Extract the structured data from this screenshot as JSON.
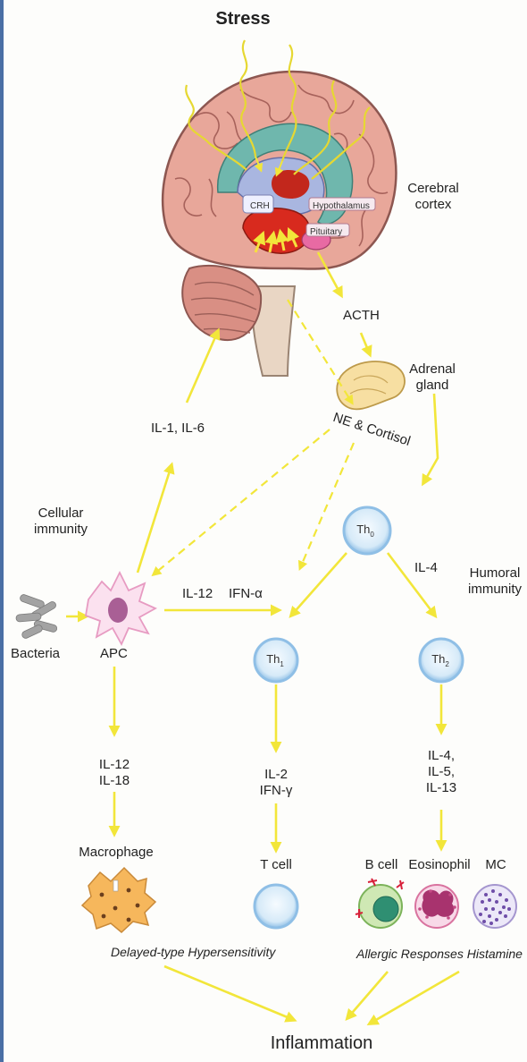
{
  "title": "Stress",
  "labels": {
    "cerebral_cortex": [
      "Cerebral",
      "cortex"
    ],
    "crh": "CRH",
    "hypothalamus": "Hypothalamus",
    "pituitary": "Pituitary",
    "acth": "ACTH",
    "adrenal_gland": [
      "Adrenal",
      "gland"
    ],
    "ne_cortisol": "NE & Cortisol",
    "il1_il6": "IL-1, IL-6",
    "cellular_immunity": [
      "Cellular",
      "immunity"
    ],
    "humoral_immunity": [
      "Humoral",
      "immunity"
    ],
    "bacteria": "Bacteria",
    "apc": "APC",
    "il12": "IL-12",
    "ifn_alpha": "IFN-α",
    "il4": "IL-4",
    "th0": "Th",
    "th0_sub": "0",
    "th1": "Th",
    "th1_sub": "1",
    "th2": "Th",
    "th2_sub": "2",
    "il12_il18": [
      "IL-12",
      "IL-18"
    ],
    "il2_ifng": [
      "IL-2",
      "IFN-γ"
    ],
    "il4_5_13": [
      "IL-4,",
      "IL-5,",
      "IL-13"
    ],
    "macrophage": "Macrophage",
    "t_cell": "T cell",
    "b_cell": "B cell",
    "eosinophil": "Eosinophil",
    "mc": "MC",
    "delayed_hypersensitivity": "Delayed-type Hypersensitivity",
    "allergic_responses": "Allergic Responses Histamine",
    "inflammation": "Inflammation"
  },
  "colors": {
    "arrow": "#f2e63a",
    "cell_ring": "#9fc6ea",
    "cell_fill": "#dceefa",
    "brain": "#e8a79a",
    "brain_dark": "#b96d66",
    "limbic": "#6fb7ad",
    "border": "#4a6fa5"
  }
}
